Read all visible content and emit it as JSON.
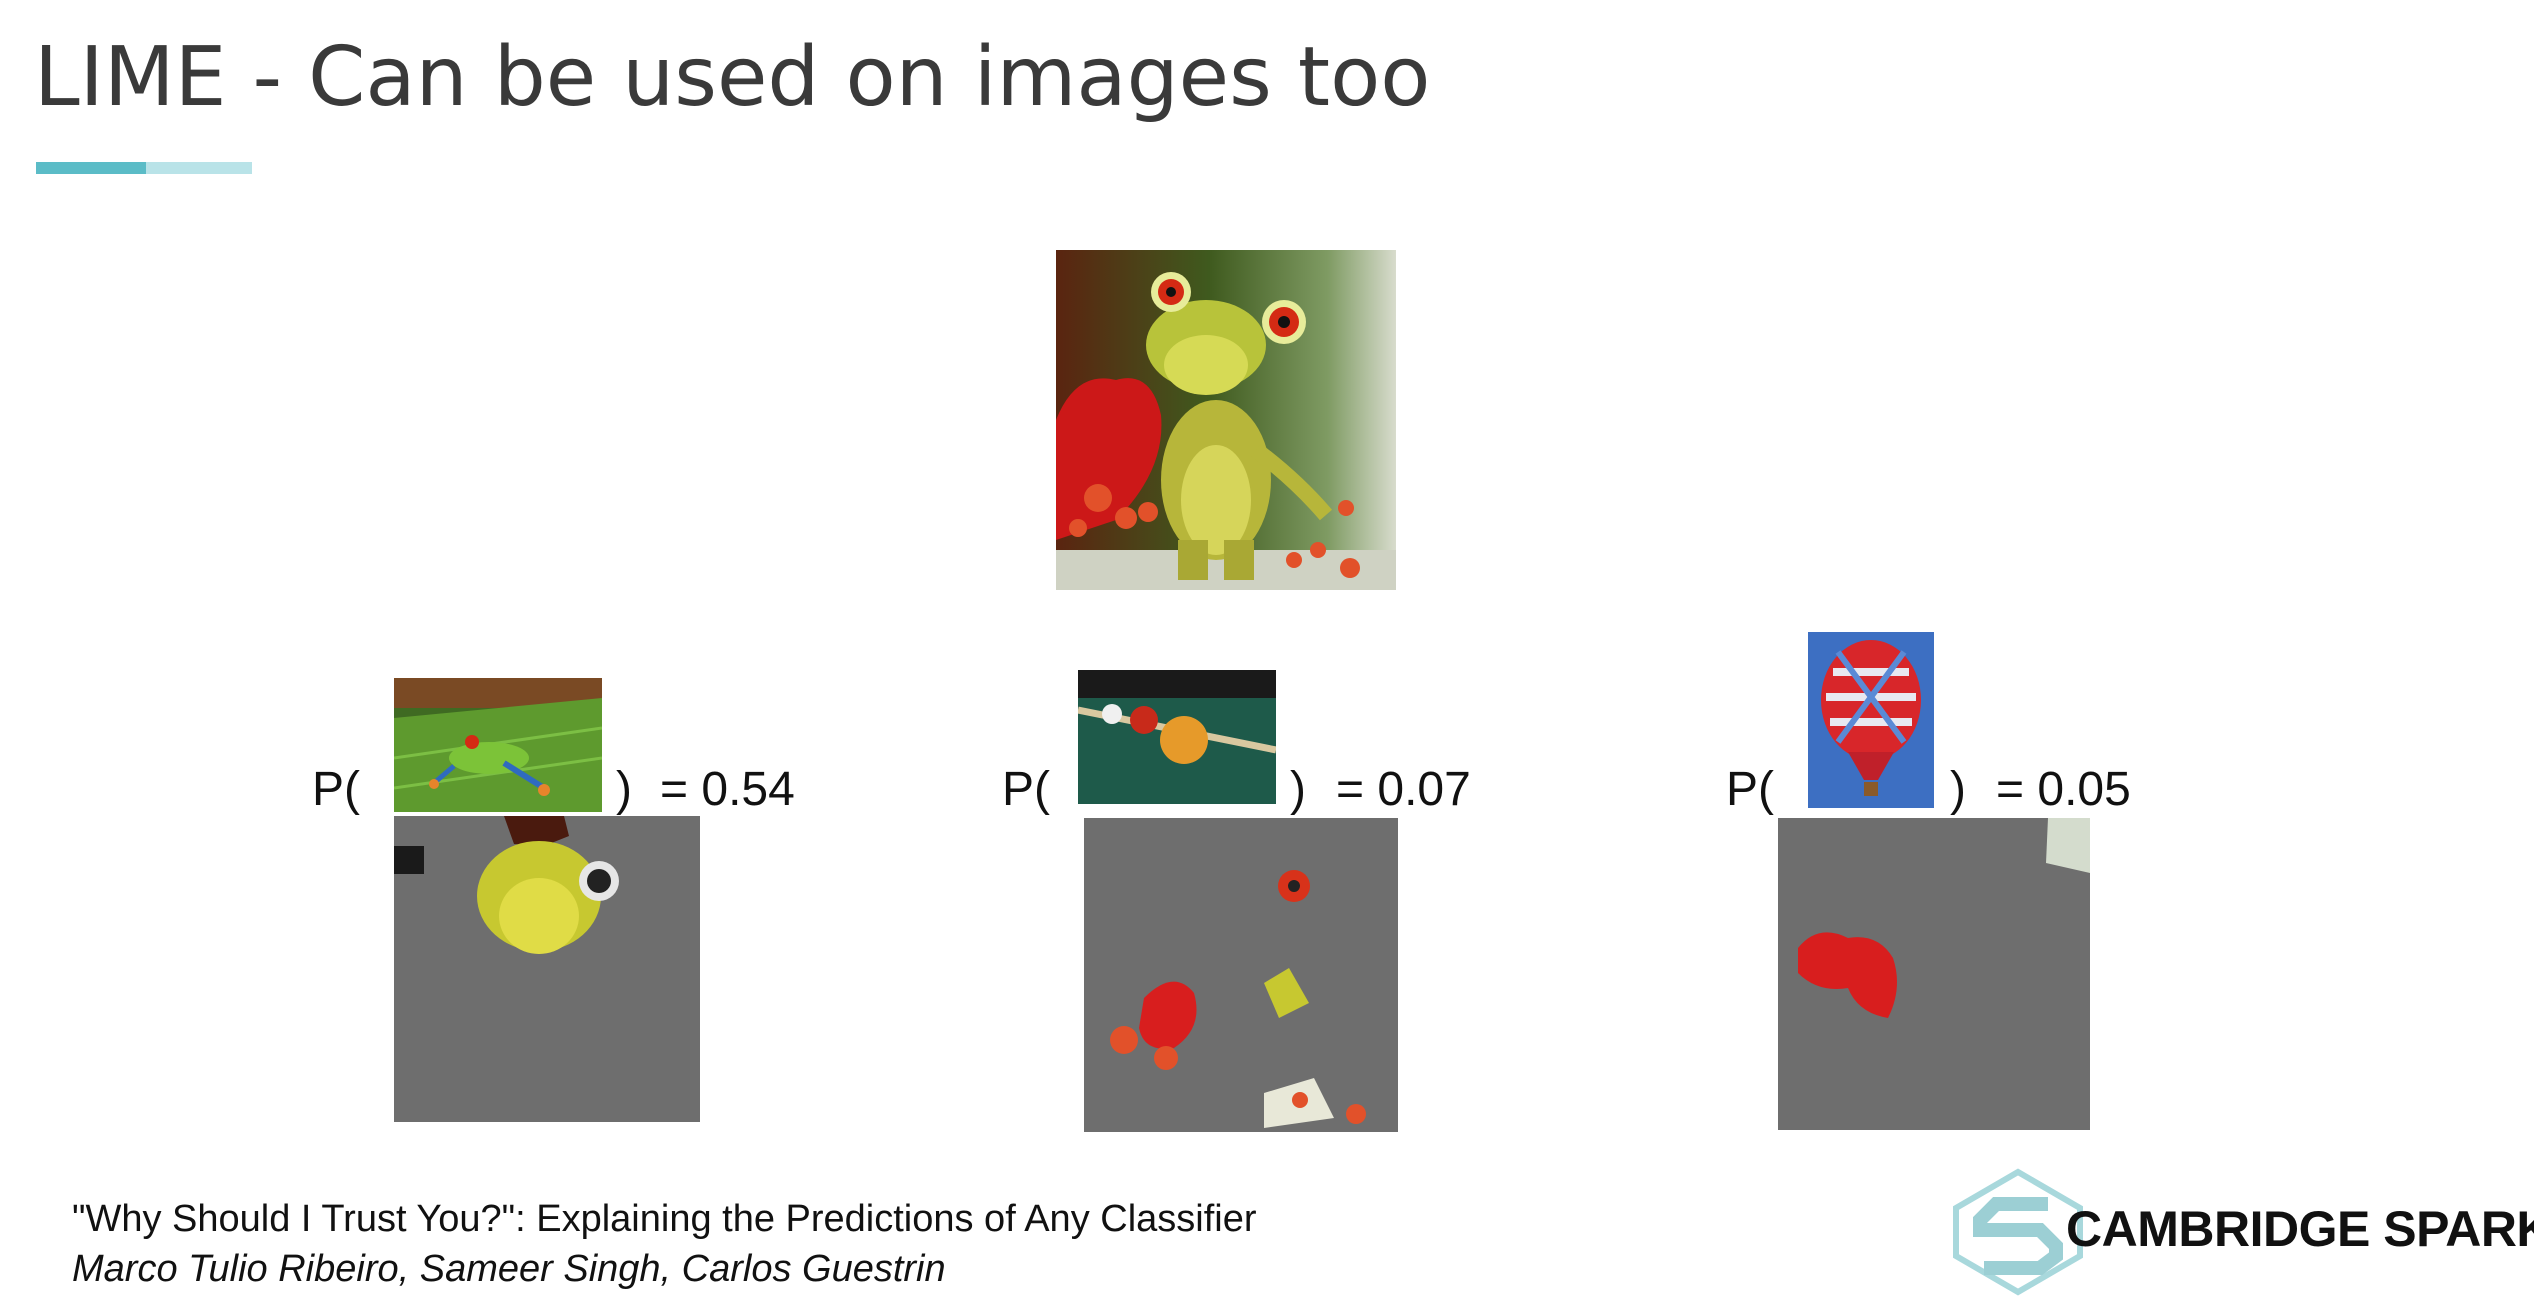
{
  "slide": {
    "title": "LIME - Can be used on images too",
    "accent_colors": {
      "dark": "#5bbcc7",
      "light": "#b9e3e8"
    }
  },
  "main_image": {
    "subject": "frog-figurine-with-heart-image"
  },
  "predictions": [
    {
      "prefix": "P(",
      "suffix": ")",
      "value_text": "= 0.54",
      "value": 0.54,
      "class_image": "tree-frog-image",
      "explanation_image": "lime-mask-frog"
    },
    {
      "prefix": "P(",
      "suffix": ")",
      "value_text": "= 0.07",
      "value": 0.07,
      "class_image": "billiards-image",
      "explanation_image": "lime-mask-billiards"
    },
    {
      "prefix": "P(",
      "suffix": ")",
      "value_text": "= 0.05",
      "value": 0.05,
      "class_image": "hot-air-balloon-image",
      "explanation_image": "lime-mask-balloon"
    }
  ],
  "citation": {
    "paper_title": "\"Why Should I Trust You?\": Explaining the Predictions of Any Classifier",
    "authors": "Marco Tulio Ribeiro, Sameer Singh, Carlos Guestrin"
  },
  "logo": {
    "text": "CAMBRIDGE SPARK",
    "icon": "cambridge-spark-logo-icon"
  }
}
